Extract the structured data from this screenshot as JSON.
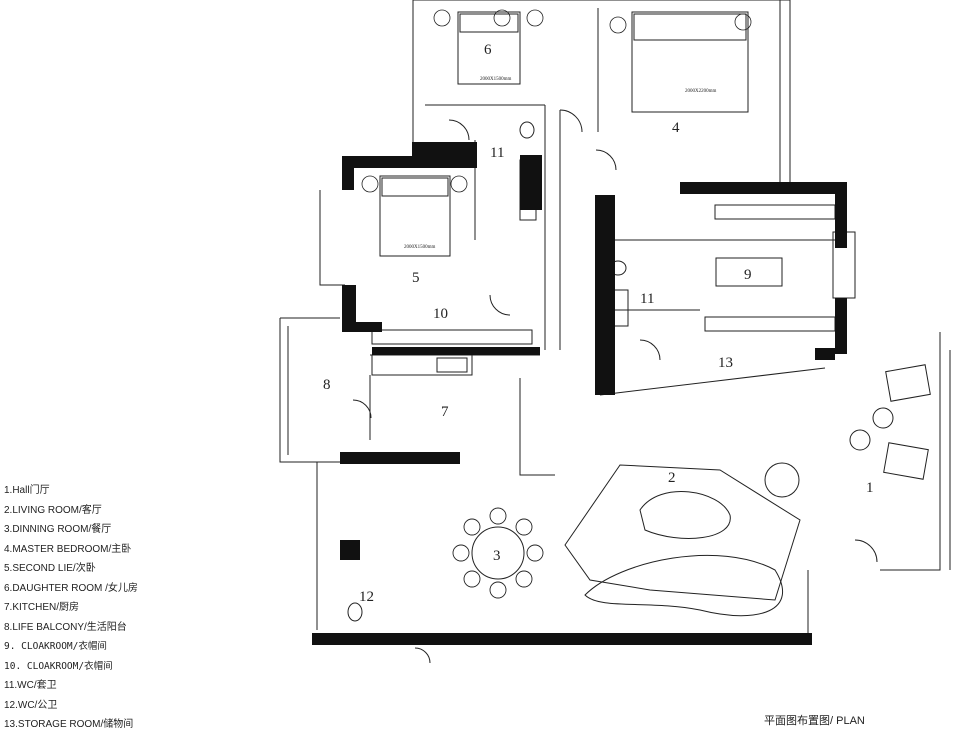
{
  "legend": [
    "1.Hall门厅",
    "2.LIVING ROOM/客厅",
    "3.DINNING ROOM/餐厅",
    "4.MASTER BEDROOM/主卧",
    "5.SECOND LIE/次卧",
    "6.DAUGHTER ROOM /女儿房",
    "7.KITCHEN/厨房",
    "8.LIFE BALCONY/生活阳台",
    "9. CLOAKROOM/衣帽间",
    "10. CLOAKROOM/衣帽间",
    "11.WC/套卫",
    "12.WC/公卫",
    "13.STORAGE ROOM/储物间"
  ],
  "room_numbers": [
    "1",
    "2",
    "3",
    "4",
    "5",
    "6",
    "7",
    "8",
    "9",
    "10",
    "11",
    "11",
    "12",
    "13"
  ],
  "bed_dims": {
    "daughter": "2000X1500mm",
    "master": "2000X2200mm",
    "second": "2000X1500mm"
  },
  "caption": "平面图布置图/ PLAN"
}
